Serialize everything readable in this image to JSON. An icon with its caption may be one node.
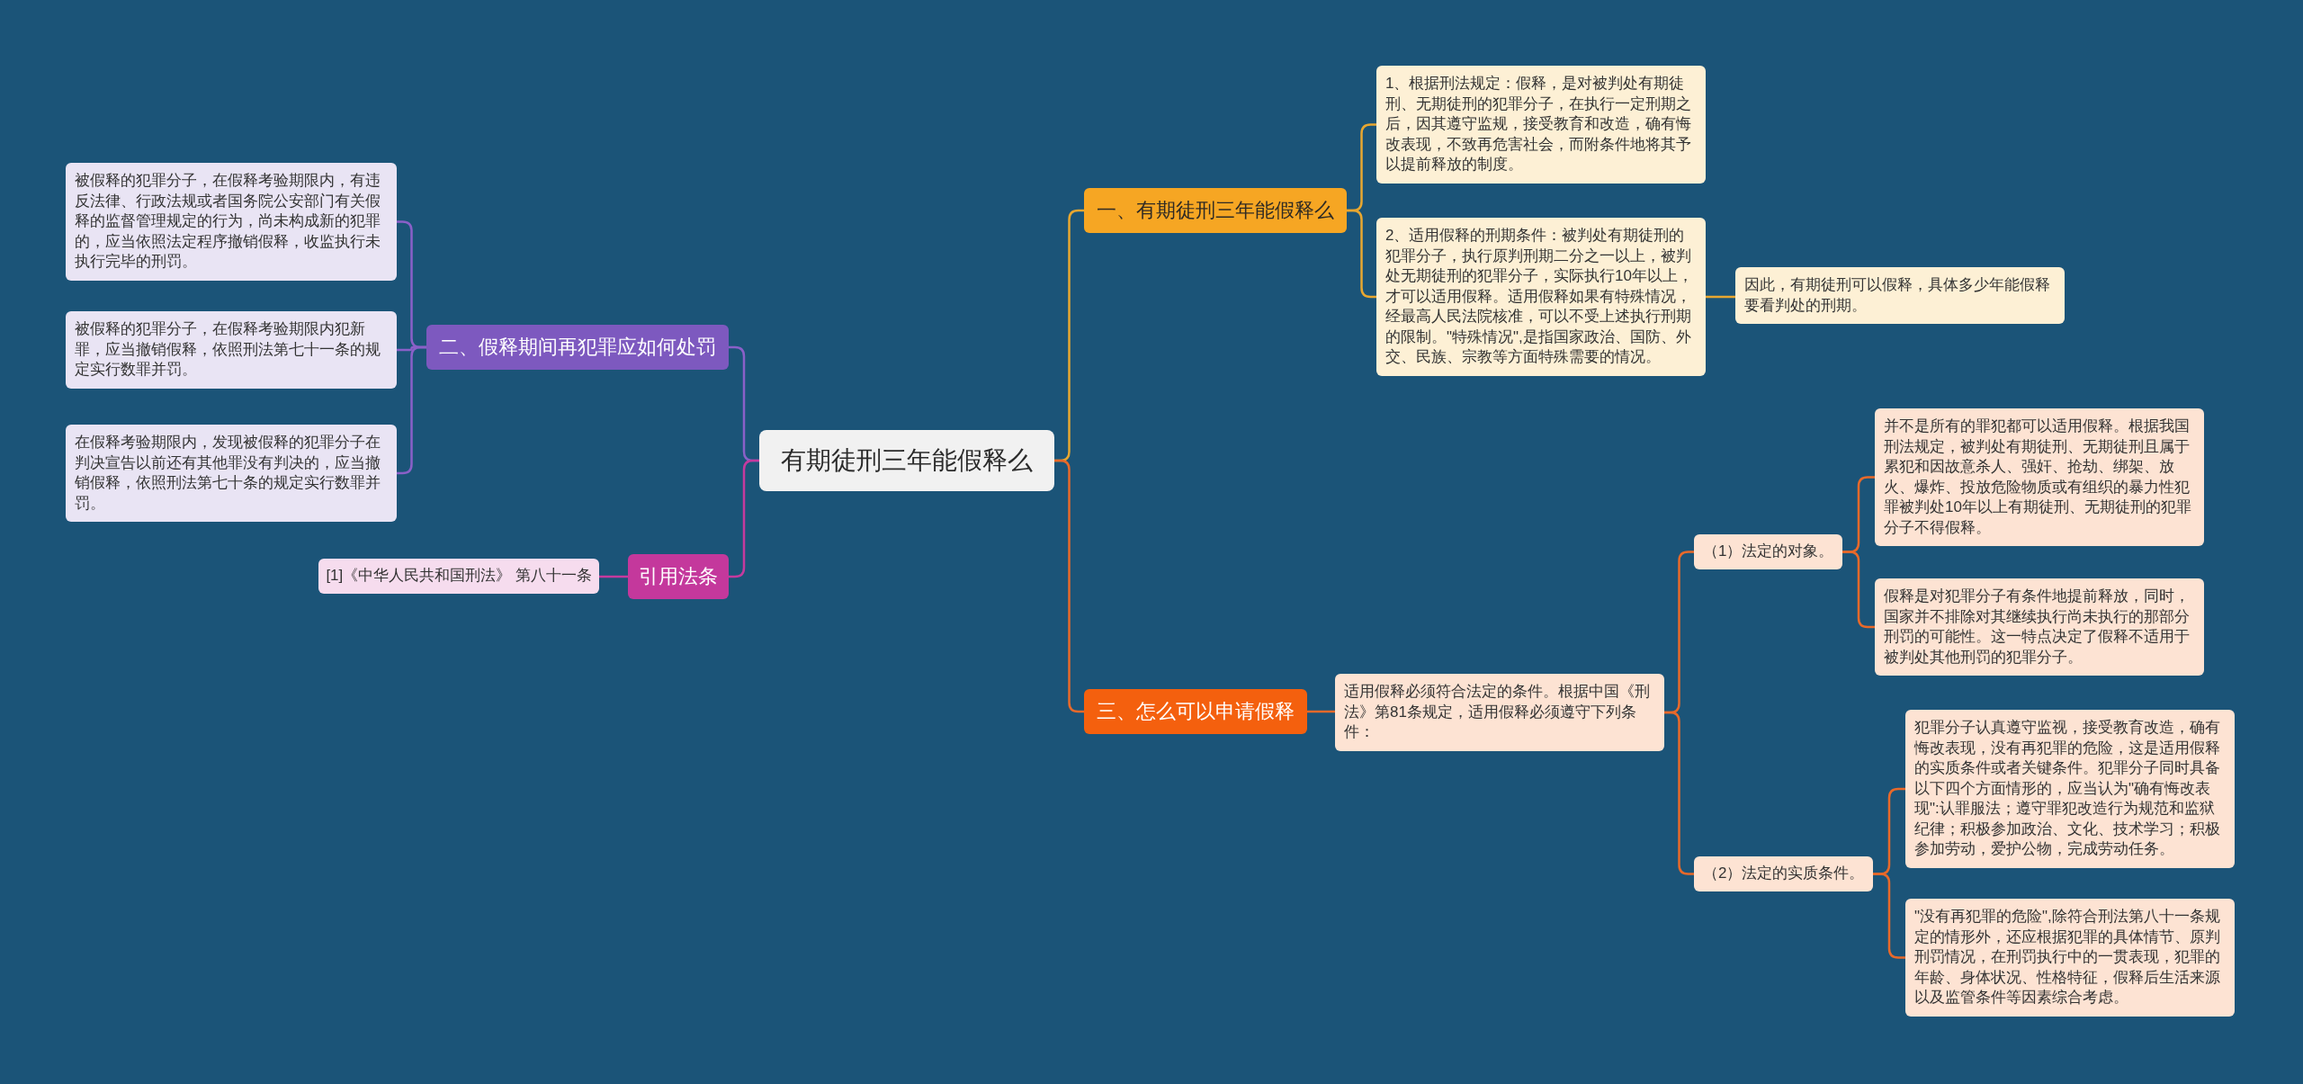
{
  "diagram": {
    "nodes": [
      {
        "text": [
          "有期徒刑三年能假释么"
        ]
      },
      {
        "text": [
          "一、有期徒刑三年能假释么"
        ]
      },
      {
        "text": [
          "1、根据刑法规定：假释，是对被判处有期徒刑、无期徒刑的犯罪分子，在执行一定刑期之后，因其遵守监规，接受教育和改造，确有悔改表现，不致再危害社会，而附条件地将其予以提前释放的制度。"
        ]
      },
      {
        "text": [
          "2、适用假释的刑期条件：被判处有期徒刑的犯罪分子，执行原判刑期二分之一以上，被判处无期徒刑的犯罪分子，实际执行10年以上，才可以适用假释。适用假释如果有特殊情况，经最高人民法院核准，可以不受上述执行刑期的限制。\"特殊情况\",是指国家政治、国防、外交、民族、宗教等方面特殊需要的情况。"
        ]
      },
      {
        "text": [
          "因此，有期徒刑可以假释，具体多少年能假释要看判处的刑期。"
        ]
      },
      {
        "text": [
          "三、怎么可以申请假释"
        ]
      },
      {
        "text": [
          "适用假释必须符合法定的条件。根据中国《刑法》第81条规定，适用假释必须遵守下列条件："
        ]
      },
      {
        "text": [
          "（1）法定的对象。"
        ]
      },
      {
        "text": [
          "并不是所有的罪犯都可以适用假释。根据我国刑法规定，被判处有期徒刑、无期徒刑且属于累犯和因故意杀人、强奸、抢劫、绑架、放火、爆炸、投放危险物质或有组织的暴力性犯罪被判处10年以上有期徒刑、无期徒刑的犯罪分子不得假释。"
        ]
      },
      {
        "text": [
          "假释是对犯罪分子有条件地提前释放，同时，国家并不排除对其继续执行尚未执行的那部分刑罚的可能性。这一特点决定了假释不适用于被判处其他刑罚的犯罪分子。"
        ]
      },
      {
        "text": [
          "（2）法定的实质条件。"
        ]
      },
      {
        "text": [
          "犯罪分子认真遵守监视，接受教育改造，确有悔改表现，没有再犯罪的危险，这是适用假释的实质条件或者关键条件。犯罪分子同时具备以下四个方面情形的，应当认为\"确有悔改表现\":认罪服法；遵守罪犯改造行为规范和监狱纪律；积极参加政治、文化、技术学习；积极参加劳动，爱护公物，完成劳动任务。"
        ]
      },
      {
        "text": [
          "\"没有再犯罪的危险\",除符合刑法第八十一条规定的情形外，还应根据犯罪的具体情节、原判刑罚情况，在刑罚执行中的一贯表现，犯罪的年龄、身体状况、性格特征，假释后生活来源以及监管条件等因素综合考虑。"
        ]
      },
      {
        "text": [
          "二、假释期间再犯罪应如何处罚"
        ]
      },
      {
        "text": [
          "被假释的犯罪分子，在假释考验期限内，有违反法律、行政法规或者国务院公安部门有关假释的监督管理规定的行为，尚未构成新的犯罪的，应当依照法定程序撤销假释，收监执行未执行完毕的刑罚。"
        ]
      },
      {
        "text": [
          "被假释的犯罪分子，在假释考验期限内犯新罪，应当撤销假释，依照刑法第七十一条的规定实行数罪并罚。"
        ]
      },
      {
        "text": [
          "在假释考验期限内，发现被假释的犯罪分子在判决宣告以前还有其他罪没有判决的，应当撤销假释，依照刑法第七十条的规定实行数罪并罚。"
        ]
      },
      {
        "text": [
          "引用法条"
        ]
      },
      {
        "text": [
          "[1]《中华人民共和国刑法》 第八十一条"
        ]
      }
    ],
    "edges": [
      {
        "from": 0,
        "to": 1,
        "arrow": "none",
        "color": "#e8a730"
      },
      {
        "from": 1,
        "to": 2,
        "arrow": "none",
        "color": "#e8a730"
      },
      {
        "from": 1,
        "to": 3,
        "arrow": "none",
        "color": "#e8a730"
      },
      {
        "from": 3,
        "to": 4,
        "arrow": "none",
        "color": "#e8a730"
      },
      {
        "from": 0,
        "to": 5,
        "arrow": "none"
      },
      {
        "from": 5,
        "to": 6,
        "arrow": "none"
      },
      {
        "from": 6,
        "to": 7,
        "arrow": "none"
      },
      {
        "from": 6,
        "to": 10,
        "arrow": "none"
      },
      {
        "from": 7,
        "to": 8,
        "arrow": "none"
      },
      {
        "from": 7,
        "to": 9,
        "arrow": "none"
      },
      {
        "from": 10,
        "to": 11,
        "arrow": "none"
      },
      {
        "from": 10,
        "to": 12,
        "arrow": "none"
      },
      {
        "from": 0,
        "to": 13,
        "arrow": "none",
        "color": "#8a60c8"
      },
      {
        "from": 13,
        "to": 14,
        "arrow": "none",
        "color": "#8a60c8"
      },
      {
        "from": 13,
        "to": 15,
        "arrow": "none",
        "color": "#8a60c8"
      },
      {
        "from": 13,
        "to": 16,
        "arrow": "none",
        "color": "#8a60c8"
      },
      {
        "from": 0,
        "to": 17,
        "arrow": "none",
        "color": "#c53a9e"
      },
      {
        "from": 17,
        "to": 18,
        "arrow": "none",
        "color": "#c53a9e"
      }
    ]
  }
}
